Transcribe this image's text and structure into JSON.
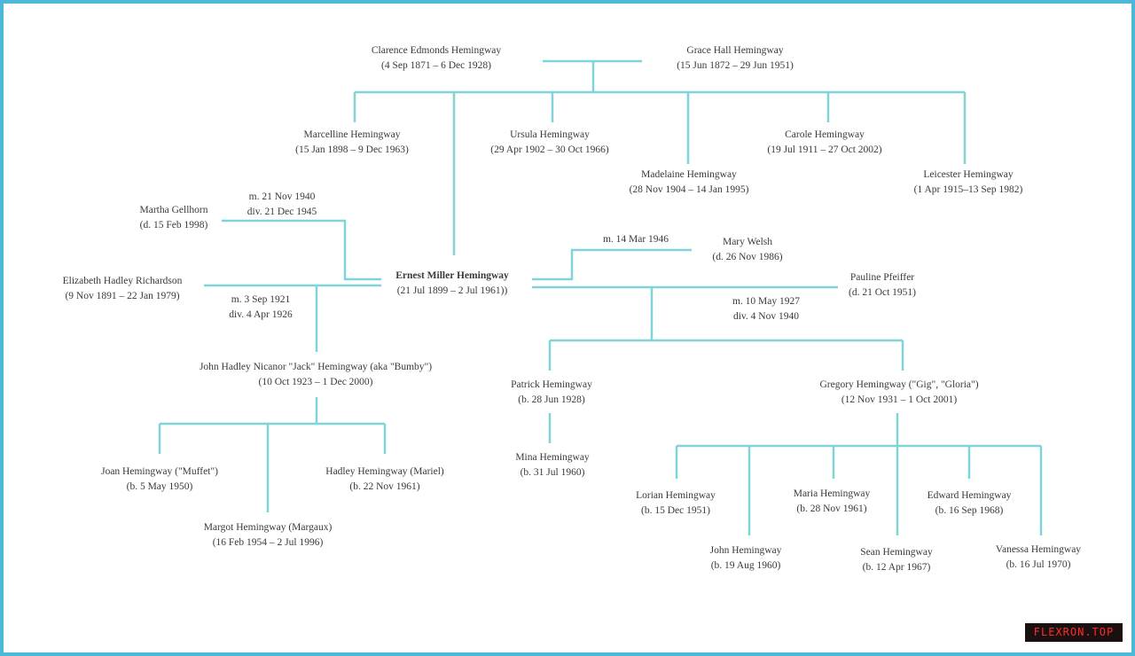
{
  "colors": {
    "frame": "#4ab8d8",
    "connector": "#80d4d8",
    "text": "#3a3a3a"
  },
  "people": {
    "clarence": {
      "name": "Clarence Edmonds Hemingway",
      "dates": "(4 Sep 1871 – 6 Dec 1928)"
    },
    "grace": {
      "name": "Grace Hall Hemingway",
      "dates": "(15 Jun 1872 – 29 Jun 1951)"
    },
    "marcelline": {
      "name": "Marcelline Hemingway",
      "dates": "(15 Jan 1898 – 9 Dec 1963)"
    },
    "ursula": {
      "name": "Ursula Hemingway",
      "dates": "(29 Apr 1902 – 30 Oct 1966)"
    },
    "madelaine": {
      "name": "Madelaine Hemingway",
      "dates": "(28 Nov 1904 – 14 Jan 1995)"
    },
    "carole": {
      "name": "Carole Hemingway",
      "dates": "(19 Jul 1911 – 27 Oct 2002)"
    },
    "leicester": {
      "name": "Leicester Hemingway",
      "dates": "(1 Apr 1915–13 Sep 1982)"
    },
    "martha": {
      "name": "Martha Gellhorn",
      "dates": "(d. 15 Feb 1998)"
    },
    "ernest": {
      "name": "Ernest Miller Hemingway",
      "dates": "(21 Jul 1899 – 2 Jul 1961))"
    },
    "mary": {
      "name": "Mary Welsh",
      "dates": "(d. 26 Nov 1986)"
    },
    "elizabeth": {
      "name": "Elizabeth Hadley Richardson",
      "dates": "(9 Nov 1891 – 22 Jan 1979)"
    },
    "pauline": {
      "name": "Pauline Pfeiffer",
      "dates": "(d. 21 Oct 1951)"
    },
    "jack": {
      "name": "John Hadley Nicanor \"Jack\" Hemingway (aka \"Bumby\")",
      "dates": "(10 Oct 1923 – 1 Dec 2000)"
    },
    "patrick": {
      "name": "Patrick Hemingway",
      "dates": "(b. 28 Jun 1928)"
    },
    "gregory": {
      "name": "Gregory Hemingway (\"Gig\", \"Gloria\")",
      "dates": "(12 Nov 1931 – 1 Oct 2001)"
    },
    "mina": {
      "name": "Mina Hemingway",
      "dates": "(b. 31 Jul 1960)"
    },
    "joan": {
      "name": "Joan Hemingway (\"Muffet\")",
      "dates": "(b. 5 May 1950)"
    },
    "hadley": {
      "name": "Hadley Hemingway (Mariel)",
      "dates": "(b. 22 Nov 1961)"
    },
    "margot": {
      "name": "Margot Hemingway (Margaux)",
      "dates": "(16 Feb 1954 – 2 Jul 1996)"
    },
    "lorian": {
      "name": "Lorian Hemingway",
      "dates": "(b. 15 Dec 1951)"
    },
    "maria": {
      "name": "Maria Hemingway",
      "dates": "(b. 28 Nov 1961)"
    },
    "edward": {
      "name": "Edward Hemingway",
      "dates": "(b. 16 Sep 1968)"
    },
    "john": {
      "name": "John Hemingway",
      "dates": "(b. 19 Aug 1960)"
    },
    "sean": {
      "name": "Sean Hemingway",
      "dates": "(b. 12 Apr 1967)"
    },
    "vanessa": {
      "name": "Vanessa Hemingway",
      "dates": "(b. 16 Jul 1970)"
    }
  },
  "marriages": {
    "martha": {
      "line1": "m. 21 Nov 1940",
      "line2": "div. 21 Dec 1945"
    },
    "mary": {
      "line1": "m. 14 Mar 1946",
      "line2": ""
    },
    "hadley": {
      "line1": "m. 3 Sep 1921",
      "line2": "div. 4 Apr 1926"
    },
    "pauline": {
      "line1": "m. 10 May 1927",
      "line2": "div. 4 Nov 1940"
    }
  },
  "watermark": "FLEXRON.TOP"
}
